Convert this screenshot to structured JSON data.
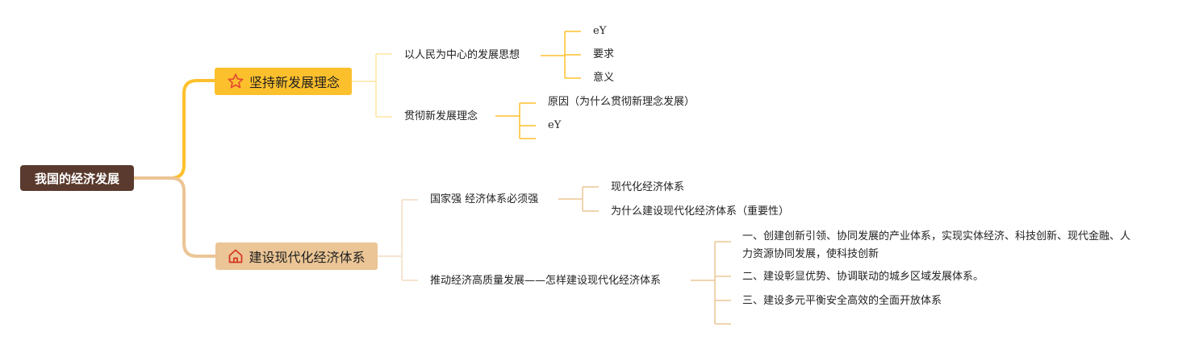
{
  "root": {
    "label": "我国的经济发展"
  },
  "branches": [
    {
      "label": "坚持新发展理念",
      "icon": "star-icon",
      "color": "#fdc02d",
      "children": [
        {
          "label": "以人民为中心的发展思想",
          "children": [
            "eY",
            "要求",
            "意义"
          ]
        },
        {
          "label": "贯彻新发展理念",
          "children": [
            "原因（为什么贯彻新理念发展）",
            "eY"
          ]
        }
      ]
    },
    {
      "label": "建设现代化经济体系",
      "icon": "house-icon",
      "color": "#ebc595",
      "children": [
        {
          "label": "国家强 经济体系必须强",
          "children": [
            "现代化经济体系",
            "为什么建设现代化经济体系（重要性）"
          ]
        },
        {
          "label": "推动经济高质量发展——怎样建设现代化经济体系",
          "children": [
            "一、创建创新引领、协同发展的产业体系，实现实体经济、科技创新、现代金融、人力资源协同发展，使科技创新",
            "二、建设彰显优势、协调联动的城乡区域发展体系。",
            "三、建设多元平衡安全高效的全面开放体系",
            ""
          ]
        }
      ]
    }
  ]
}
